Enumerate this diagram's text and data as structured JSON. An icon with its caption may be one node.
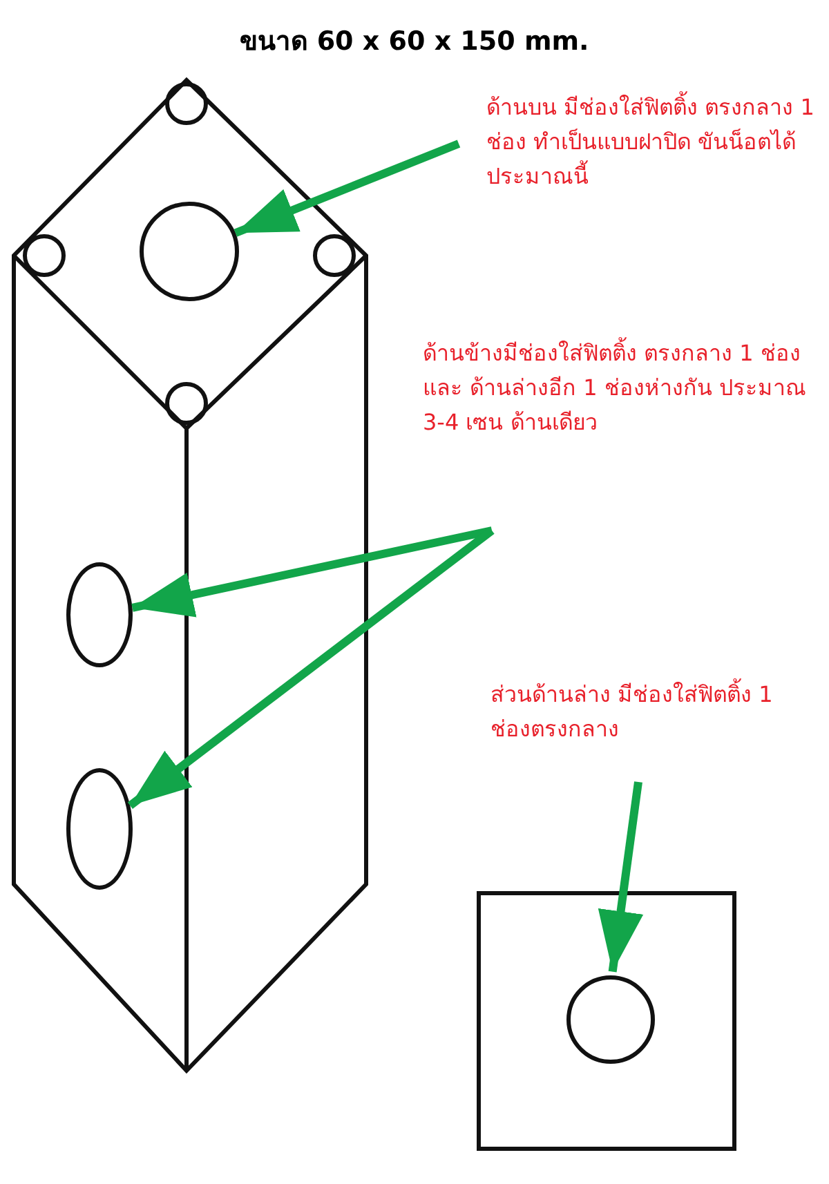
{
  "diagram": {
    "title": "ขนาด 60 x 60 x 150 mm.",
    "nodes": [
      {
        "text": [
          "ด้านบน มีช่องใส่ฟิตติ้ง ตรงกลาง 1 ช่อง ทำเป็นแบบฝาปิด ขันน็อตได้ประมาณนี้"
        ]
      },
      {
        "text": [],
        "shape": "circle"
      },
      {
        "text": [
          "ด้านข้างมีช่องใส่ฟิตติ้ง ตรงกลาง 1 ช่อง และ ด้านล่างอีก 1 ช่องห่างกัน ประมาณ 3-4 เซน ด้านเดียว"
        ]
      },
      {
        "text": [],
        "shape": "ellipse"
      },
      {
        "text": [],
        "shape": "ellipse"
      },
      {
        "text": [
          "ส่วนด้านล่าง มีช่องใส่ฟิตติ้ง 1 ช่องตรงกลาง"
        ]
      },
      {
        "text": [],
        "shape": "box"
      },
      {
        "text": [],
        "shape": "circle",
        "in": 6
      }
    ],
    "edges": [
      {
        "from": 0,
        "to": 1,
        "arrow": "to"
      },
      {
        "from": 2,
        "to": 3,
        "arrow": "to"
      },
      {
        "from": 2,
        "to": 4,
        "arrow": "to"
      },
      {
        "from": 5,
        "to": 7,
        "arrow": "to"
      }
    ]
  }
}
